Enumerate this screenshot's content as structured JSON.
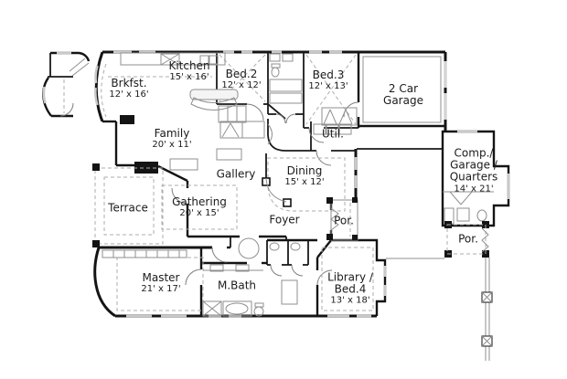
{
  "plan": {
    "type": "single-story house floor plan",
    "colors": {
      "background": "#ffffff",
      "walls": "#141414",
      "thin_lines": "#8f8f8f",
      "windows": "#c9c9c9",
      "dashed_ceiling": "#aeaeae",
      "text": "#1b1b1b"
    }
  },
  "rooms": {
    "brkfst": {
      "name": "Brkfst.",
      "size": "12' x 16'"
    },
    "kitchen": {
      "name": "Kitchen",
      "size": "15' x 16'"
    },
    "bed2": {
      "name": "Bed.2",
      "size": "12' x 12'"
    },
    "bed3": {
      "name": "Bed.3",
      "size": "12' x 13'"
    },
    "garage": {
      "line1": "2 Car",
      "line2": "Garage"
    },
    "family": {
      "name": "Family",
      "size": "20' x 11'"
    },
    "util": {
      "name": "Util."
    },
    "quarters": {
      "line1": "Comp./",
      "line2": "Garage /",
      "line3": "Quarters",
      "size": "14' x 21'"
    },
    "gallery": {
      "name": "Gallery"
    },
    "dining": {
      "name": "Dining",
      "size": "15' x 12'"
    },
    "terrace": {
      "name": "Terrace"
    },
    "gathering": {
      "name": "Gathering",
      "size": "20' x 15'"
    },
    "foyer": {
      "name": "Foyer"
    },
    "porch_entry": {
      "name": "Por."
    },
    "porch_side": {
      "name": "Por."
    },
    "master": {
      "name": "Master",
      "size": "21' x 17'"
    },
    "mbath": {
      "name": "M.Bath"
    },
    "library": {
      "line1": "Library /",
      "line2": "Bed.4",
      "size": "13' x 18'"
    }
  }
}
